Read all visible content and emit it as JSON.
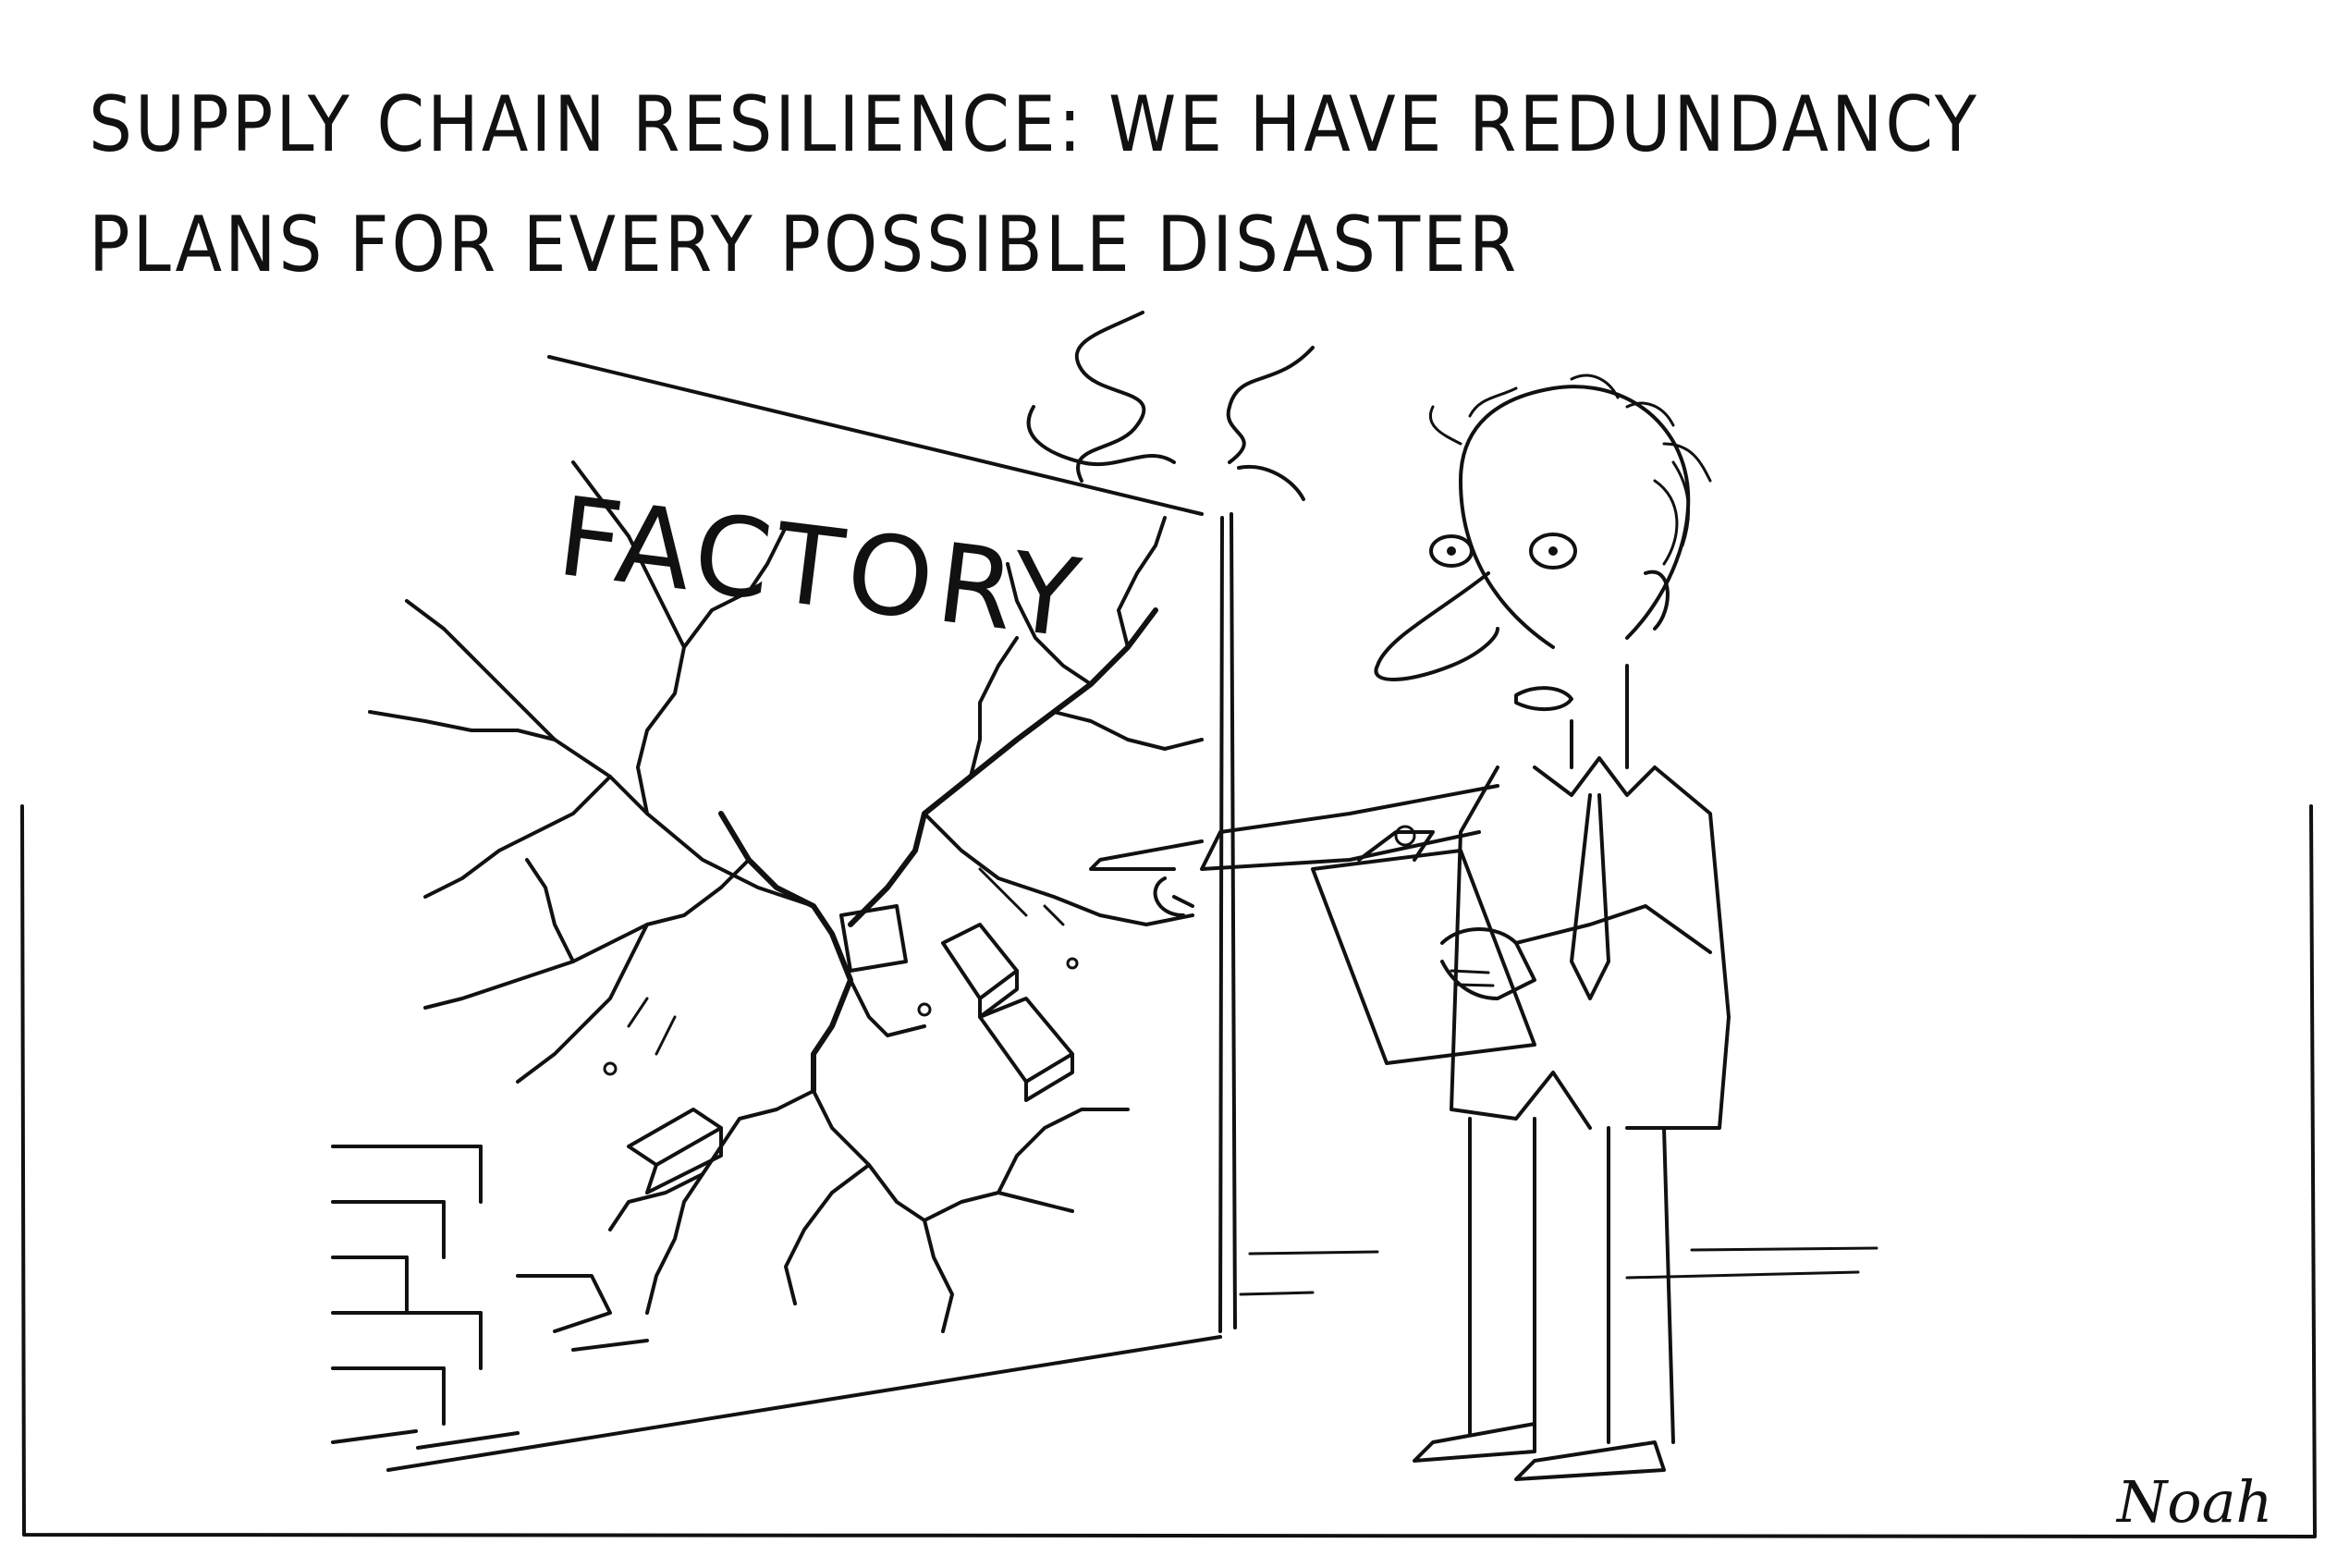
{
  "cartoon": {
    "caption_line1": "SUPPLY CHAIN RESILIENCE: WE HAVE REDUNDANCY",
    "caption_line2": "PLANS FOR EVERY POSSIBLE DISASTER",
    "building_sign": "FACTORY",
    "signature": "Noah",
    "ink_color": "#111111",
    "paper_color": "#ffffff"
  }
}
